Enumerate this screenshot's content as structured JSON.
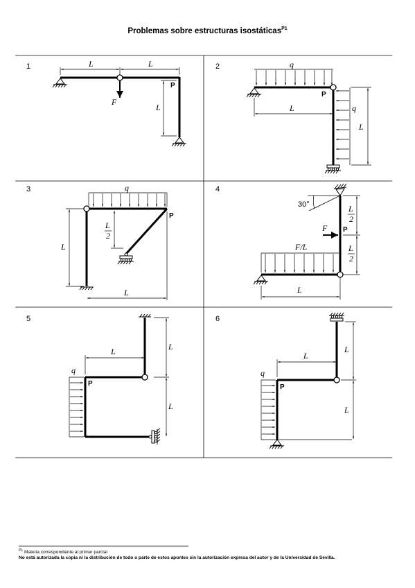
{
  "title": "Problemas sobre estructuras isostáticas",
  "title_sup": "P1",
  "problems": [
    {
      "num": "1",
      "labels": {
        "L1": "L",
        "L2": "L",
        "Lv": "L",
        "F": "F",
        "P": "P"
      }
    },
    {
      "num": "2",
      "labels": {
        "q_top": "q",
        "q_side": "q",
        "L_h": "L",
        "L_v": "L",
        "P": "P"
      }
    },
    {
      "num": "3",
      "labels": {
        "q": "q",
        "L_v": "L",
        "L_h": "L",
        "L2_num": "L",
        "L2_den": "2",
        "P": "P"
      }
    },
    {
      "num": "4",
      "labels": {
        "angle": "30°",
        "F": "F",
        "FL": "F/L",
        "L_h": "L",
        "L2a_num": "L",
        "L2a_den": "2",
        "L2b_num": "L",
        "L2b_den": "2",
        "P": "P"
      }
    },
    {
      "num": "5",
      "labels": {
        "q": "q",
        "L_h": "L",
        "L_v1": "L",
        "L_v2": "L",
        "P": "P"
      }
    },
    {
      "num": "6",
      "labels": {
        "q": "q",
        "L_h": "L",
        "L_v1": "L",
        "L_v2": "L",
        "P": "P"
      }
    }
  ],
  "footnote": {
    "sup": "P1",
    "line1": "Materia correspondiente al primer parcial",
    "line2": "No está autorizada la copia ni la distribución de todo o parte de estos apuntes sin la autorización expresa del autor y de la Universidad de Sevilla."
  }
}
